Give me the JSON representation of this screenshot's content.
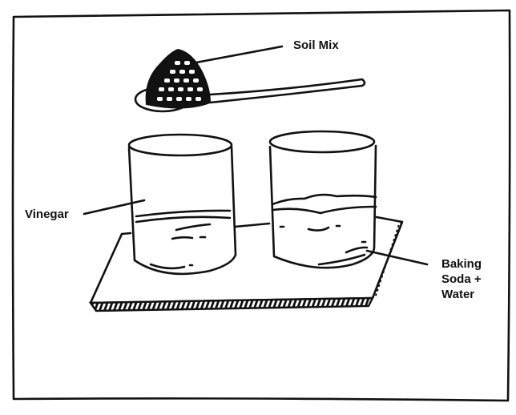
{
  "labels": {
    "soil_mix": "Soil Mix",
    "vinegar": "Vinegar",
    "baking_soda_line1": "Baking",
    "baking_soda_line2": "Soda +",
    "baking_soda_line3": "Water"
  },
  "colors": {
    "ink": "#111111",
    "paper": "#ffffff"
  }
}
